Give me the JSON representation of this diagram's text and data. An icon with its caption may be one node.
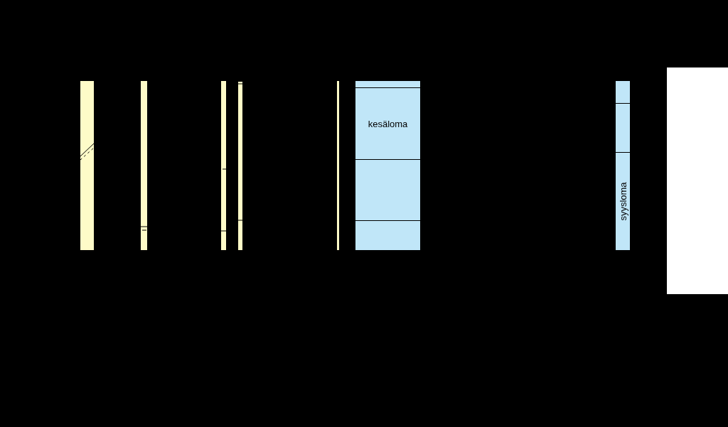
{
  "diagram": {
    "nodes": [
      {
        "text": [],
        "shape": "box"
      },
      {
        "text": [
          "kesäloma"
        ]
      },
      {
        "text": [],
        "shape": "box"
      },
      {
        "text": [],
        "shape": "box"
      },
      {
        "text": [],
        "shape": "box"
      },
      {
        "text": [],
        "shape": "box"
      },
      {
        "text": [
          "syysloma"
        ]
      }
    ]
  }
}
